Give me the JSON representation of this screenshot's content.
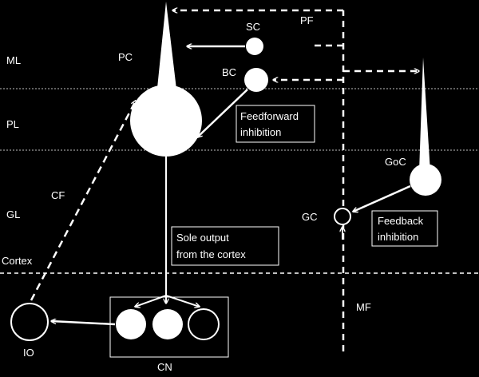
{
  "layers": {
    "ml": "ML",
    "pl": "PL",
    "gl": "GL",
    "cortex": "Cortex"
  },
  "cells": {
    "pc": "PC",
    "sc": "SC",
    "bc": "BC",
    "goc": "GoC",
    "gc": "GC",
    "io": "IO",
    "cn": "CN"
  },
  "fibers": {
    "pf": "PF",
    "cf": "CF",
    "mf": "MF"
  },
  "annotations": {
    "feedforward_line1": "Feedforward",
    "feedforward_line2": "inhibition",
    "feedback_line1": "Feedback",
    "feedback_line2": "inhibition",
    "output_line1": "Sole output",
    "output_line2": "from the cortex"
  },
  "colors": {
    "background": "#000000",
    "foreground": "#ffffff",
    "divider": "#bfbfbf"
  }
}
